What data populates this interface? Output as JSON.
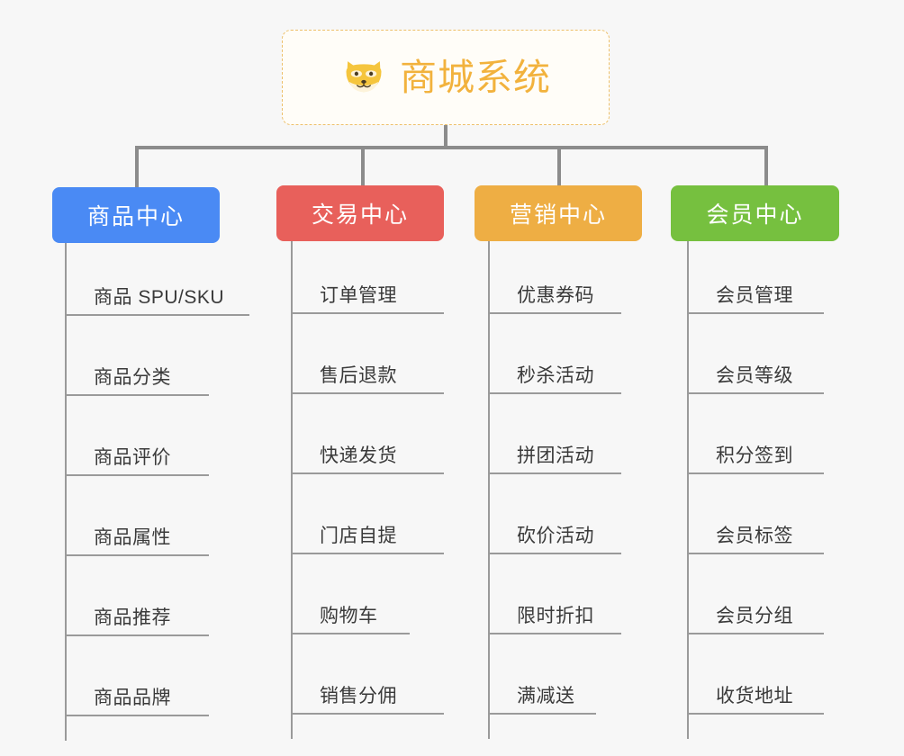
{
  "diagram": {
    "title": "商城系统",
    "root": {
      "label": "商城系统",
      "icon": "shiba-dog-icon",
      "border_color": "#edc06a",
      "text_color": "#f2b23d",
      "background": "#fffdf8"
    },
    "branches": [
      {
        "label": "商品中心",
        "color": "#4a8af4",
        "children": [
          "商品 SPU/SKU",
          "商品分类",
          "商品评价",
          "商品属性",
          "商品推荐",
          "商品品牌"
        ]
      },
      {
        "label": "交易中心",
        "color": "#e8605b",
        "children": [
          "订单管理",
          "售后退款",
          "快递发货",
          "门店自提",
          "购物车",
          "销售分佣"
        ]
      },
      {
        "label": "营销中心",
        "color": "#eeae44",
        "children": [
          "优惠券码",
          "秒杀活动",
          "拼团活动",
          "砍价活动",
          "限时折扣",
          "满减送"
        ]
      },
      {
        "label": "会员中心",
        "color": "#76c03f",
        "children": [
          "会员管理",
          "会员等级",
          "积分签到",
          "会员标签",
          "会员分组",
          "收货地址"
        ]
      }
    ],
    "connector_color": "#8c8c8c",
    "leaf_line_color": "#9a9a9a",
    "background": "#f7f7f7"
  }
}
